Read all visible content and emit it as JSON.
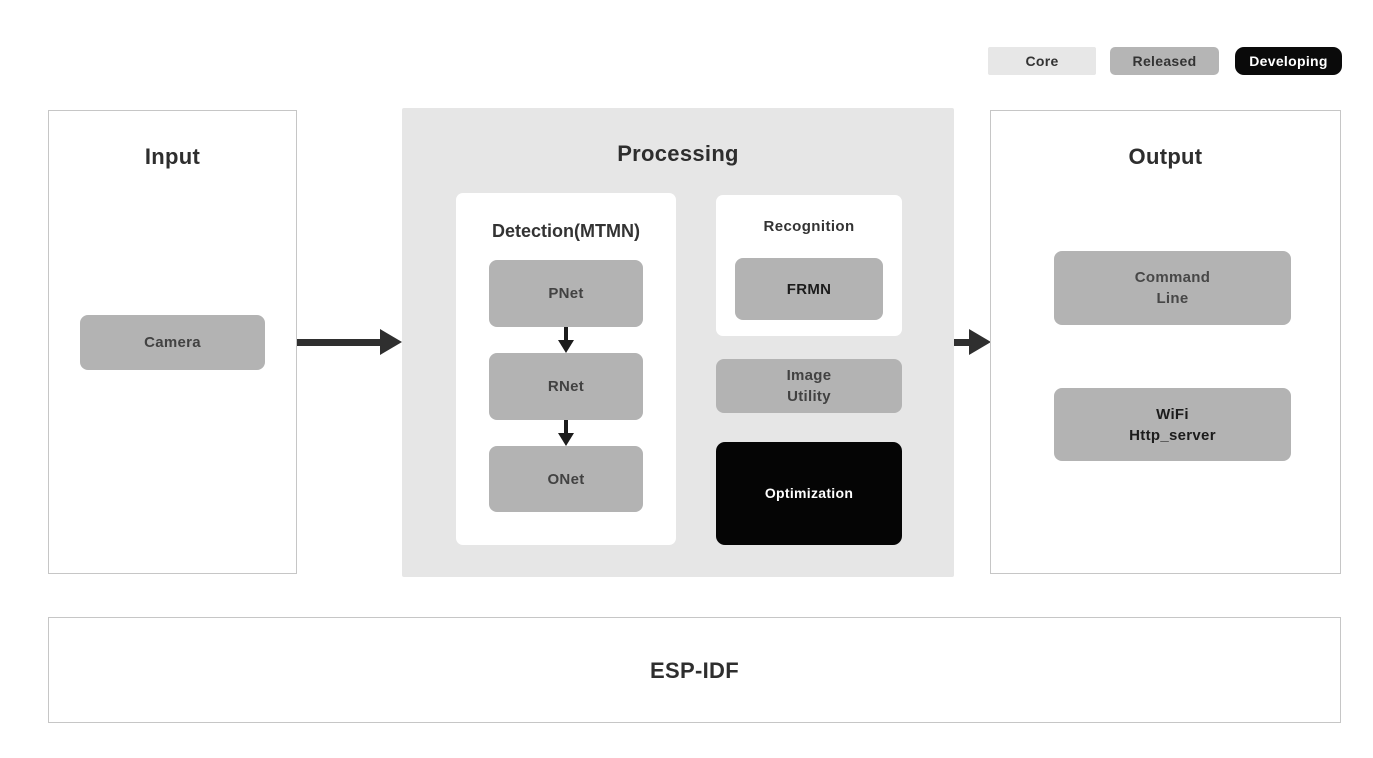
{
  "legend": {
    "items": [
      {
        "label": "Core",
        "bg": "#e7e7e7",
        "fg": "#333333"
      },
      {
        "label": "Released",
        "bg": "#b5b5b5",
        "fg": "#333333"
      },
      {
        "label": "Developing",
        "bg": "#0a0a0a",
        "fg": "#ffffff"
      }
    ]
  },
  "input": {
    "title": "Input",
    "modules": [
      {
        "label": "Camera",
        "status": "released"
      }
    ]
  },
  "processing": {
    "title": "Processing",
    "detection": {
      "title": "Detection(MTMN)",
      "nodes": [
        {
          "label": "PNet",
          "status": "released"
        },
        {
          "label": "RNet",
          "status": "released"
        },
        {
          "label": "ONet",
          "status": "released"
        }
      ]
    },
    "recognition": {
      "title": "Recognition",
      "module": {
        "label": "FRMN",
        "status": "released"
      }
    },
    "image_utility": {
      "label": "Image\nUtility",
      "status": "released"
    },
    "optimization": {
      "label": "Optimization",
      "status": "developing"
    }
  },
  "output": {
    "title": "Output",
    "modules": [
      {
        "label": "Command\nLine",
        "status": "released"
      },
      {
        "label": "WiFi\nHttp_server",
        "status": "released"
      }
    ]
  },
  "foundation": {
    "title": "ESP-IDF"
  },
  "colors": {
    "core_panel_bg": "#e6e6e6",
    "released_module_bg": "#b3b3b3",
    "developing_module_bg": "#050505",
    "panel_border": "#c6c6c6",
    "title_text": "#2e2e2e",
    "module_text": "#424242",
    "arrow": "#2f2f2f"
  }
}
